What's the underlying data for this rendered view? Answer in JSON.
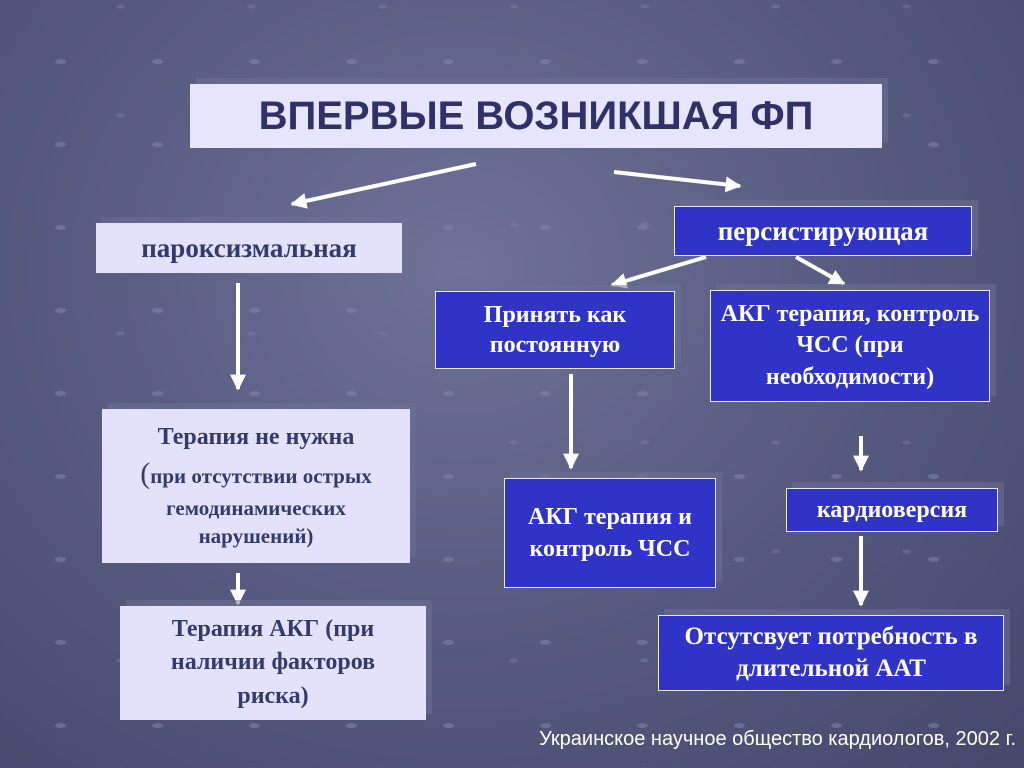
{
  "title": "ВПЕРВЫЕ ВОЗНИКШАЯ ФП",
  "nodes": {
    "paroxysmal": "пароксизмальная",
    "persistent": "персистирующая",
    "accept_permanent": "Принять как постоянную",
    "akg_rate_control_if_needed": "АКГ терапия, контроль ЧСС (при необходимости)",
    "no_therapy_main": "Терапия не нужна",
    "no_therapy_paren": "(",
    "no_therapy_detail": "при отсутствии острых гемодинамических нарушений)",
    "akg_therapy_risk": "Терапия АКГ (при наличии факторов риска)",
    "akg_rate_control": "АКГ терапия и контроль ЧСС",
    "cardioversion": "кардиоверсия",
    "no_long_aat": "Отсутсвует потребность в длительной ААТ"
  },
  "footer": "Украинское научное общество кардиологов, 2002 г."
}
